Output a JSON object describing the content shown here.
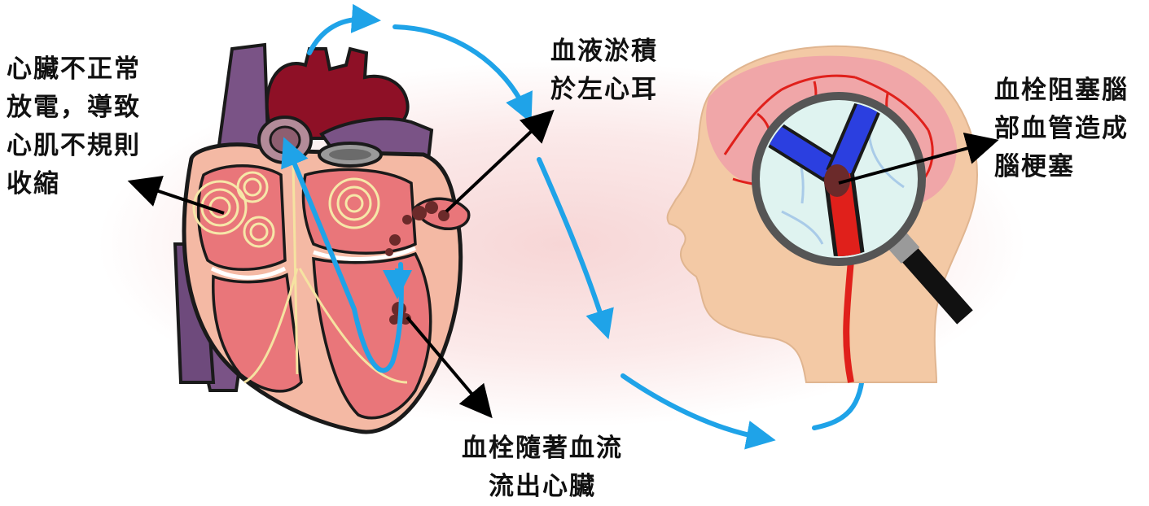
{
  "labels": {
    "arrhythmia": [
      "心臟不正常",
      "放電，導致",
      "心肌不規則",
      "收縮"
    ],
    "blood_pooling": [
      "血液淤積",
      "於左心耳"
    ],
    "stroke": [
      "血栓阻塞腦",
      "部血管造成",
      "腦梗塞"
    ],
    "clot_exit": [
      "血栓隨著血流",
      "流出心臟"
    ]
  },
  "colors": {
    "flow_arrow": "#1fa3e8",
    "heart_muscle": "#e9767a",
    "aorta": "#8e1026",
    "vein": "#7a5386",
    "skin": "#f3c9a5",
    "brain": "#f0a6a8",
    "clot": "#6b2a2a"
  }
}
